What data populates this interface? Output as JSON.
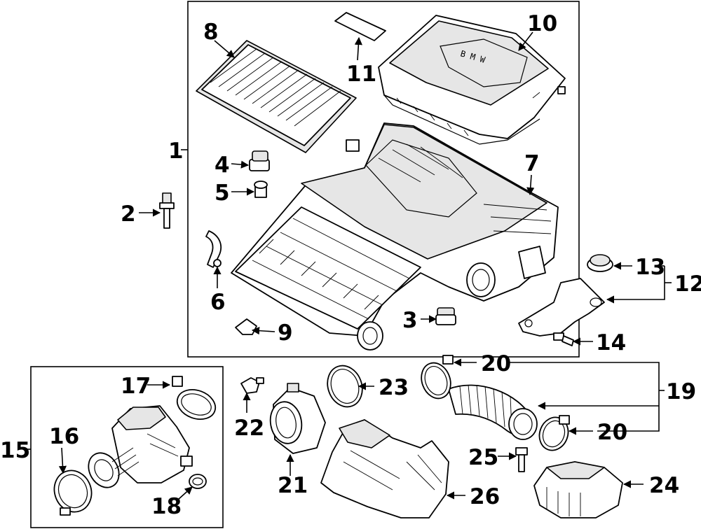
{
  "diagram": {
    "callouts": {
      "c1": "1",
      "c2": "2",
      "c3": "3",
      "c4": "4",
      "c5": "5",
      "c6": "6",
      "c7": "7",
      "c8": "8",
      "c9": "9",
      "c10": "10",
      "c11": "11",
      "c12": "12",
      "c13": "13",
      "c14": "14",
      "c15": "15",
      "c16": "16",
      "c17": "17",
      "c18": "18",
      "c19": "19",
      "c20a": "20",
      "c20b": "20",
      "c21": "21",
      "c22": "22",
      "c23": "23",
      "c24": "24",
      "c25": "25",
      "c26": "26"
    }
  }
}
